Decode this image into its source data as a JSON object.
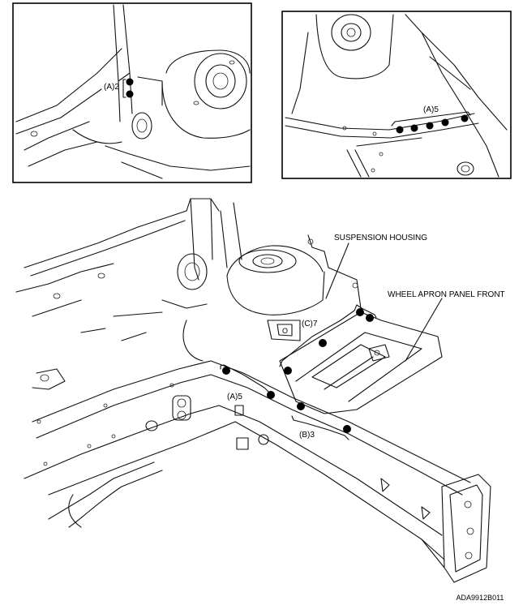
{
  "figure": {
    "inset_left": {
      "label": "(A)2"
    },
    "inset_right": {
      "label": "(A)5"
    },
    "main": {
      "label_a": "(A)5",
      "label_b": "(B)3",
      "label_c": "(C)7",
      "callout_suspension": "SUSPENSION HOUSING",
      "callout_wheel_apron": "WHEEL APRON PANEL FRONT"
    },
    "figure_code": "ADA9912B011"
  }
}
